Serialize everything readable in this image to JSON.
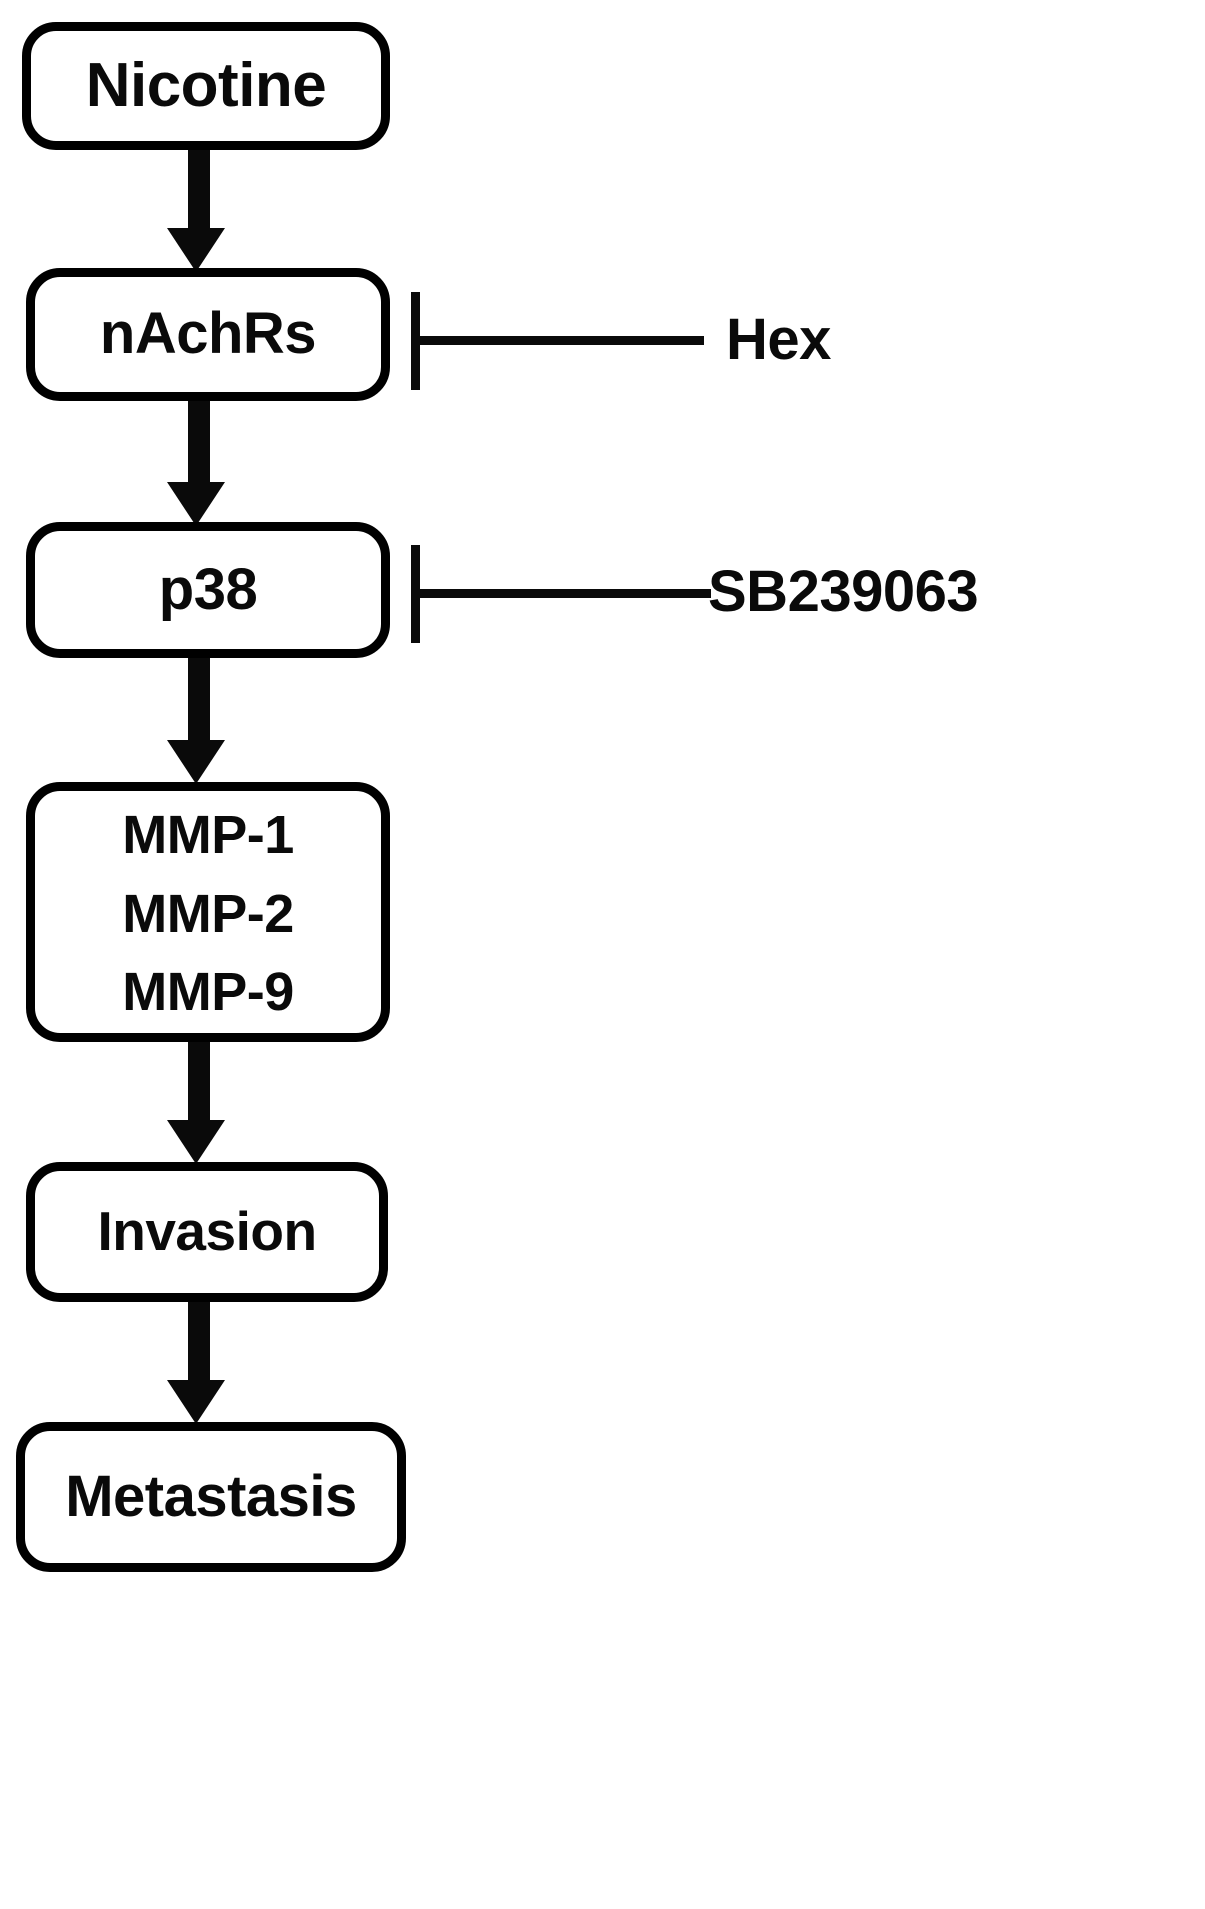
{
  "diagram": {
    "type": "signaling-pathway-flowchart",
    "orientation": "vertical",
    "colors": {
      "stroke": "#0a0a0a",
      "fill": "#ffffff",
      "text": "#0a0a0a"
    },
    "nodes": [
      {
        "id": "nicotine",
        "label": "Nicotine"
      },
      {
        "id": "nachrs",
        "label": "nAchRs"
      },
      {
        "id": "p38",
        "label": "p38"
      },
      {
        "id": "mmp",
        "lines": [
          "MMP-1",
          "MMP-2",
          "MMP-9"
        ]
      },
      {
        "id": "invasion",
        "label": "Invasion"
      },
      {
        "id": "metastasis",
        "label": "Metastasis"
      }
    ],
    "arrows": [
      {
        "from": "nicotine",
        "to": "nachrs",
        "style": "solid-arrow"
      },
      {
        "from": "nachrs",
        "to": "p38",
        "style": "solid-arrow"
      },
      {
        "from": "p38",
        "to": "mmp",
        "style": "solid-arrow"
      },
      {
        "from": "mmp",
        "to": "invasion",
        "style": "solid-arrow"
      },
      {
        "from": "invasion",
        "to": "metastasis",
        "style": "solid-arrow"
      }
    ],
    "inhibitors": [
      {
        "id": "hex",
        "label": "Hex",
        "target": "nachrs",
        "style": "t-bar"
      },
      {
        "id": "sb",
        "label": "SB239063",
        "target": "p38",
        "style": "t-bar"
      }
    ]
  }
}
